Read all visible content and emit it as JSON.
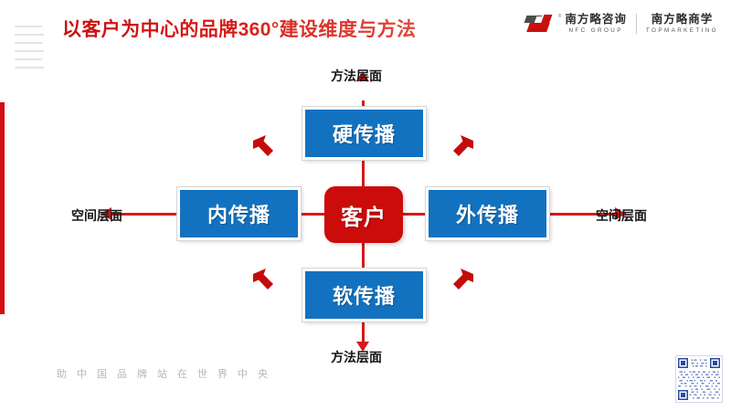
{
  "header": {
    "title": "以客户为中心的品牌360°建设维度与方法",
    "title_color": "#cf1118"
  },
  "logo": {
    "mark_icon": "nfc-logo-mark-icon",
    "registered_symbol": "®",
    "left_cn": "南方略咨询",
    "left_en": "NFC GROUP",
    "right_cn": "南方略商学",
    "right_en": "TOPMARKETING"
  },
  "diagram": {
    "center": {
      "label": "客户",
      "color": "#cc0b0b"
    },
    "nodes": {
      "top": {
        "label": "硬传播",
        "color": "#1272c0"
      },
      "bottom": {
        "label": "软传播",
        "color": "#1272c0"
      },
      "left": {
        "label": "内传播",
        "color": "#1272c0"
      },
      "right": {
        "label": "外传播",
        "color": "#1272c0"
      }
    },
    "outer_labels": {
      "top": "方法层面",
      "bottom": "方法层面",
      "left": "空间层面",
      "right": "空间层面"
    },
    "line_color": "#d31a1a",
    "chevrons": [
      {
        "name": "chevron-top-left",
        "direction": "up-left"
      },
      {
        "name": "chevron-top-right",
        "direction": "up-right"
      },
      {
        "name": "chevron-bottom-left",
        "direction": "up-left"
      },
      {
        "name": "chevron-bottom-right",
        "direction": "up-right"
      }
    ]
  },
  "footer": {
    "tagline": "助中国品牌站在世界中央",
    "qr_icon": "qr-code-icon"
  },
  "decoration": {
    "left_bar_color": "#d30f12",
    "line_count": 6
  }
}
